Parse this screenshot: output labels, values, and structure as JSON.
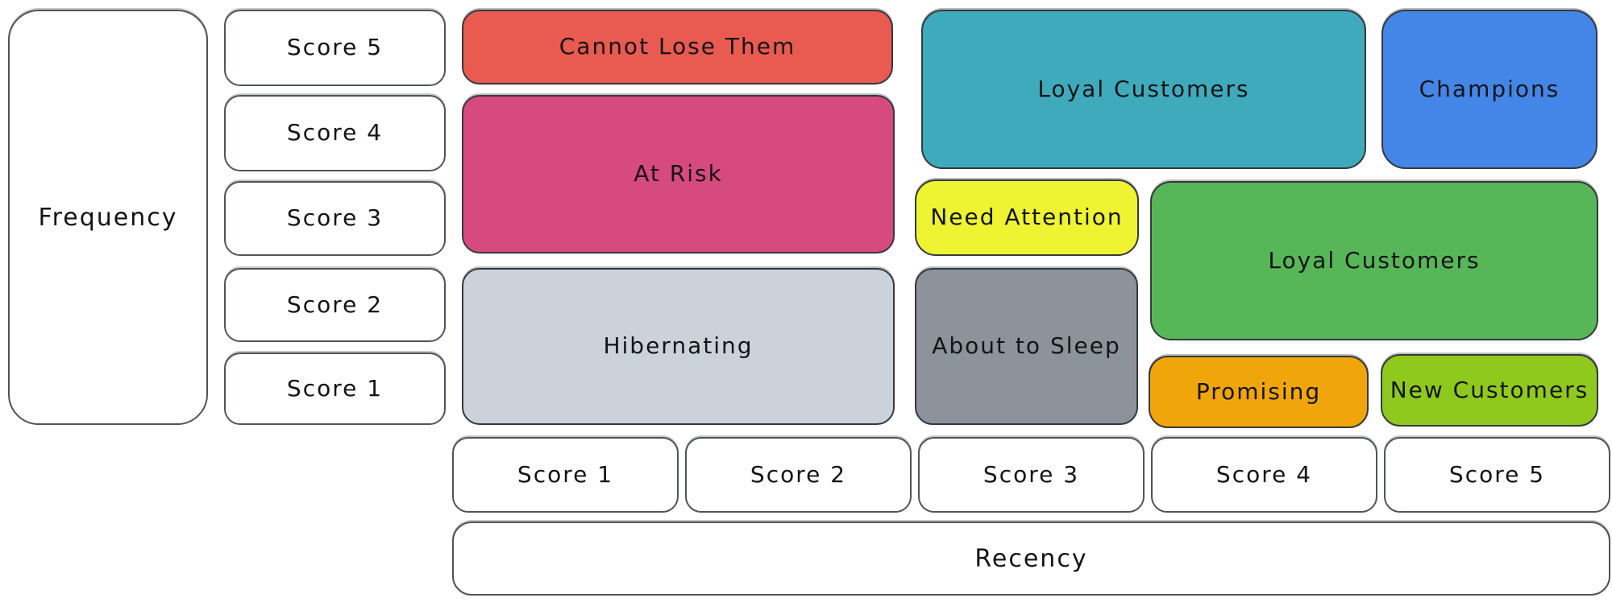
{
  "axes": {
    "frequency_label": "Frequency",
    "recency_label": "Recency"
  },
  "frequency_scores": [
    "Score 5",
    "Score 4",
    "Score 3",
    "Score 2",
    "Score 1"
  ],
  "recency_scores": [
    "Score 1",
    "Score 2",
    "Score 3",
    "Score 4",
    "Score 5"
  ],
  "segments": [
    {
      "id": "cannot-lose-them",
      "label": "Cannot Lose Them",
      "color": "#e95a50",
      "recency_span": [
        1,
        2
      ],
      "frequency_span": [
        5,
        5
      ]
    },
    {
      "id": "at-risk",
      "label": "At Risk",
      "color": "#d74a7f",
      "recency_span": [
        1,
        2
      ],
      "frequency_span": [
        3,
        4
      ]
    },
    {
      "id": "hibernating",
      "label": "Hibernating",
      "color": "#ccd2da",
      "recency_span": [
        1,
        2
      ],
      "frequency_span": [
        1,
        2
      ]
    },
    {
      "id": "loyal-customers-upper",
      "label": "Loyal Customers",
      "color": "#3faabc",
      "recency_span": [
        3,
        4
      ],
      "frequency_span": [
        4,
        5
      ]
    },
    {
      "id": "champions",
      "label": "Champions",
      "color": "#4386e8",
      "recency_span": [
        5,
        5
      ],
      "frequency_span": [
        4,
        5
      ]
    },
    {
      "id": "need-attention",
      "label": "Need Attention",
      "color": "#eef431",
      "recency_span": [
        3,
        3
      ],
      "frequency_span": [
        3,
        3
      ]
    },
    {
      "id": "about-to-sleep",
      "label": "About to Sleep",
      "color": "#8c939a",
      "recency_span": [
        3,
        3
      ],
      "frequency_span": [
        1,
        2
      ]
    },
    {
      "id": "loyal-customers-lower",
      "label": "Loyal Customers",
      "color": "#57b657",
      "recency_span": [
        4,
        5
      ],
      "frequency_span": [
        2,
        3
      ]
    },
    {
      "id": "promising",
      "label": "Promising",
      "color": "#f0a60a",
      "recency_span": [
        4,
        4
      ],
      "frequency_span": [
        1,
        1
      ]
    },
    {
      "id": "new-customers",
      "label": "New Customers",
      "color": "#90c91e",
      "recency_span": [
        5,
        5
      ],
      "frequency_span": [
        1,
        1
      ]
    }
  ],
  "text_color": "#141414"
}
